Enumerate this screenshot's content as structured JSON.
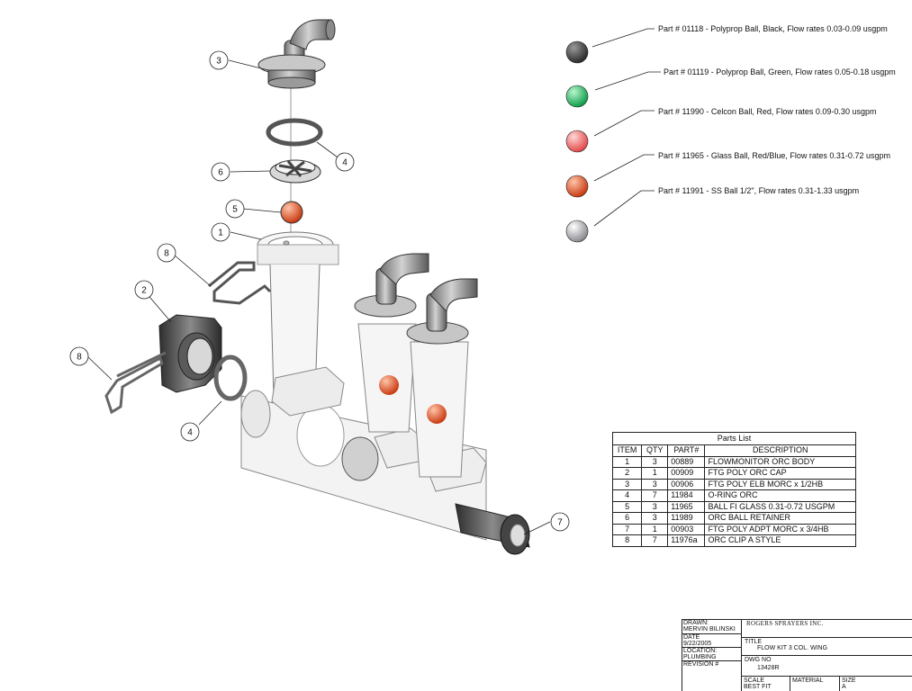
{
  "balls": [
    {
      "label": "Part # 01118 - Polyprop Ball, Black, Flow rates 0.03-0.09 usgpm",
      "color": "#4a4a4a"
    },
    {
      "label": "Part # 01119 - Polyprop Ball, Green, Flow rates 0.05-0.18 usgpm",
      "color": "#28c46a"
    },
    {
      "label": "Part # 11990 - Celcon Ball, Red, Flow rates 0.09-0.30 usgpm",
      "color": "#f27070"
    },
    {
      "label": "Part # 11965 - Glass Ball, Red/Blue, Flow rates 0.31-0.72 usgpm",
      "color": "#ec5a2c"
    },
    {
      "label": "Part # 11991 - SS Ball 1/2\", Flow rates 0.31-1.33 usgpm",
      "color": "#c4c4c8"
    }
  ],
  "balloons": [
    "3",
    "4",
    "6",
    "5",
    "1",
    "8",
    "2",
    "8",
    "4",
    "7"
  ],
  "parts_list": {
    "title": "Parts List",
    "headers": [
      "ITEM",
      "QTY",
      "PART#",
      "DESCRIPTION"
    ],
    "rows": [
      [
        "1",
        "3",
        "00889",
        "FLOWMONITOR ORC BODY"
      ],
      [
        "2",
        "1",
        "00909",
        "FTG POLY ORC CAP"
      ],
      [
        "3",
        "3",
        "00906",
        "FTG POLY ELB MORC x 1/2HB"
      ],
      [
        "4",
        "7",
        "11984",
        "O-RING ORC"
      ],
      [
        "5",
        "3",
        "11965",
        "BALL FI GLASS 0.31-0.72 USGPM"
      ],
      [
        "6",
        "3",
        "11989",
        "ORC BALL RETAINER"
      ],
      [
        "7",
        "1",
        "00903",
        "FTG POLY ADPT MORC x 3/4HB"
      ],
      [
        "8",
        "7",
        "11976a",
        "ORC CLIP A STYLE"
      ]
    ]
  },
  "title_block": {
    "drawn_label": "DRAWN:",
    "drawn_by": "MERVIN BILINSKI",
    "date_label": "DATE",
    "date": "9/22/2005",
    "location_label": "LOCATION:",
    "location": "PLUMBING",
    "revision_label": "REVISION #",
    "company": "ROGERS SPRAYERS INC.",
    "title_label": "TITLE",
    "title": "FLOW KIT 3 COL. WING",
    "dwg_label": "DWG NO",
    "dwg_no": "13428R",
    "scale_label": "SCALE",
    "scale": "BEST FIT",
    "material_label": "MATERIAL",
    "size_label": "SIZE",
    "size": "A"
  }
}
